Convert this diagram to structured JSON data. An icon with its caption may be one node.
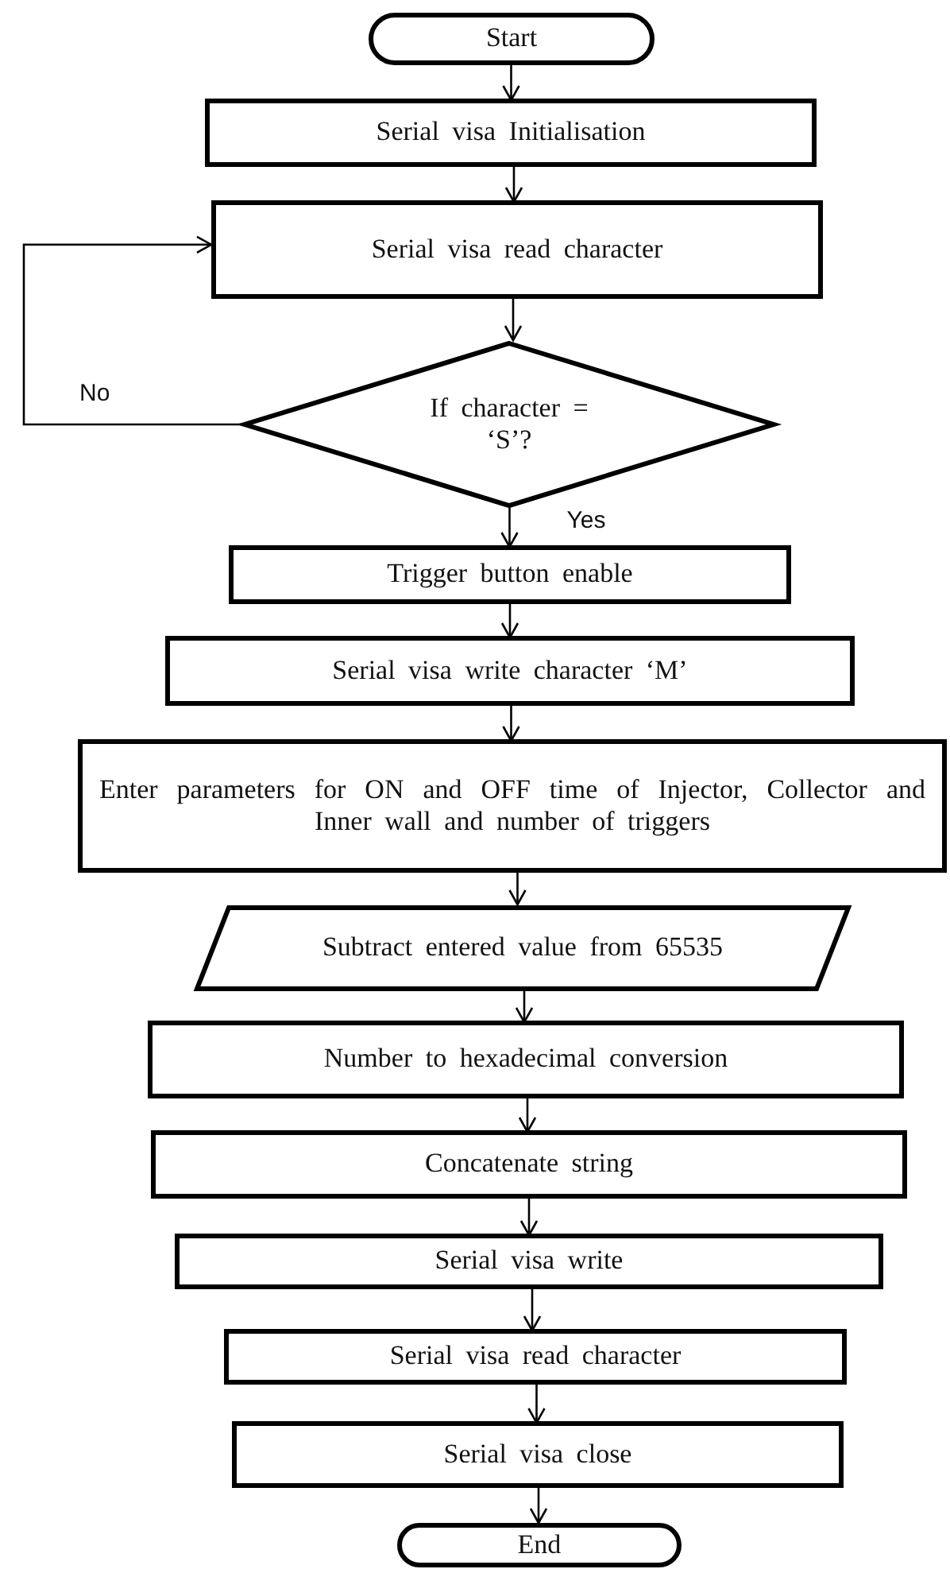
{
  "diagram": {
    "nodes": [
      {
        "text": [
          "Start"
        ]
      },
      {
        "text": [
          "Serial visa Initialisation"
        ]
      },
      {
        "text": [
          "Serial visa read character"
        ]
      },
      {
        "text": [
          "If character = ‘S’?"
        ]
      },
      {
        "text": [
          "Trigger button enable"
        ]
      },
      {
        "text": [
          "Serial visa write character ‘M’"
        ]
      },
      {
        "text": [
          "Enter parameters for ON and OFF time of Injector, Collector and Inner wall and number of triggers"
        ]
      },
      {
        "text": [
          "Subtract entered value from 65535"
        ]
      },
      {
        "text": [
          "Number to hexadecimal conversion"
        ]
      },
      {
        "text": [
          "Concatenate string"
        ]
      },
      {
        "text": [
          "Serial visa write"
        ]
      },
      {
        "text": [
          "Serial visa read character"
        ]
      },
      {
        "text": [
          "Serial visa close"
        ]
      },
      {
        "text": [
          "End"
        ]
      }
    ],
    "edges": [
      {
        "from": 0,
        "to": 1,
        "arrow": "to"
      },
      {
        "from": 1,
        "to": 2,
        "arrow": "to"
      },
      {
        "from": 2,
        "to": 3,
        "arrow": "to"
      },
      {
        "from": 3,
        "to": 2,
        "arrow": "to",
        "label": "No"
      },
      {
        "from": 3,
        "to": 4,
        "arrow": "to",
        "label": "Yes"
      },
      {
        "from": 4,
        "to": 5,
        "arrow": "to"
      },
      {
        "from": 5,
        "to": 6,
        "arrow": "to"
      },
      {
        "from": 6,
        "to": 7,
        "arrow": "to"
      },
      {
        "from": 7,
        "to": 8,
        "arrow": "to"
      },
      {
        "from": 8,
        "to": 9,
        "arrow": "to"
      },
      {
        "from": 9,
        "to": 10,
        "arrow": "to"
      },
      {
        "from": 10,
        "to": 11,
        "arrow": "to"
      },
      {
        "from": 11,
        "to": 12,
        "arrow": "to"
      },
      {
        "from": 12,
        "to": 13,
        "arrow": "to"
      }
    ]
  }
}
